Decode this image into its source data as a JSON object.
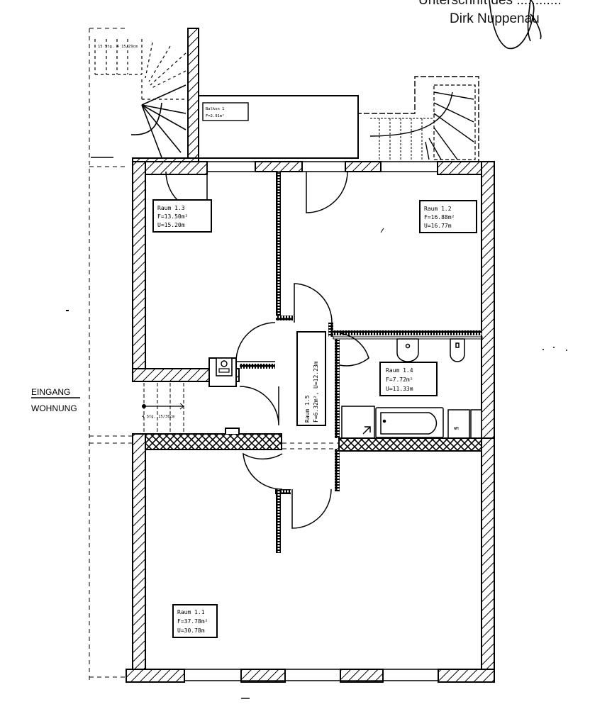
{
  "header": {
    "signature_caption": "Dirk Nuppenau",
    "signature_topline": "Unterschrift des ............"
  },
  "entrance": {
    "line1": "EINGANG",
    "line2": "WOHNUNG"
  },
  "stairs": {
    "upper_left_note": "15 Stg. 4 15/29cm",
    "entrance_note": "4 Stg. 15/30cm"
  },
  "rooms": [
    {
      "id": "balkon",
      "name": "Balkon 1",
      "area": "F=2.91m²",
      "perimeter": ""
    },
    {
      "id": "raum13",
      "name": "Raum 1.3",
      "area": "F=13.50m²",
      "perimeter": "U=15.20m"
    },
    {
      "id": "raum12",
      "name": "Raum 1.2",
      "area": "F=16.88m²",
      "perimeter": "U=16.77m"
    },
    {
      "id": "raum15",
      "name": "Raum 1.5",
      "area": "F=6.32m²,",
      "perimeter": "U=12.23m"
    },
    {
      "id": "raum14",
      "name": "Raum 1.4",
      "area": "F=7.72m²",
      "perimeter": "U=11.33m"
    },
    {
      "id": "raum11",
      "name": "Raum 1.1",
      "area": "F=37.78m²",
      "perimeter": "U=30.78m"
    }
  ],
  "fixtures": {
    "washing_machine": "WM"
  },
  "colors": {
    "ink": "#000000",
    "paper": "#ffffff"
  }
}
